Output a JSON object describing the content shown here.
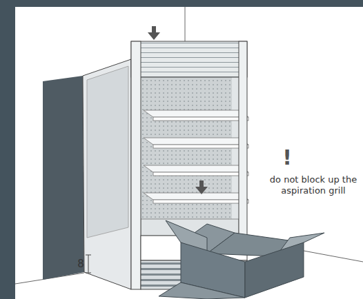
{
  "diagram": {
    "labels": [
      "8",
      "!",
      "do not block up the aspiration grill"
    ]
  }
}
